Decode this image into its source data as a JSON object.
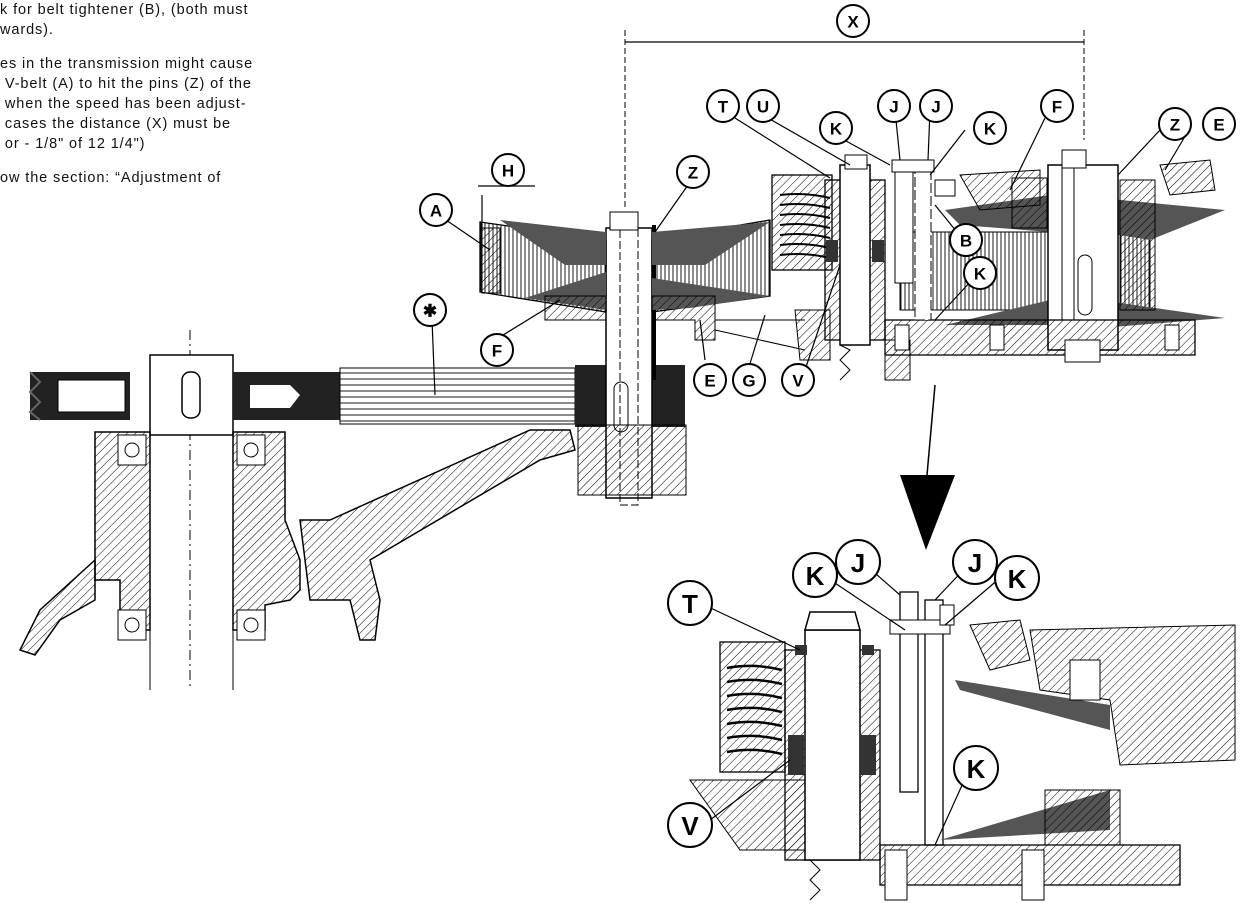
{
  "text": {
    "line1": "k for belt tightener (B), (both must",
    "line2": "wards).",
    "line3": "es in the transmission might cause",
    "line4": " V-belt (A) to hit the pins (Z) of the",
    "line5": " when the speed has been adjust-",
    "line6": " cases the distance (X) must be",
    "line7": " or - 1/8\" of 12 1/4\")",
    "line8": "ow the section: “Adjustment of"
  },
  "callouts": {
    "X": "X",
    "H": "H",
    "A": "A",
    "Z_left": "Z",
    "T_top": "T",
    "U": "U",
    "K_top1": "K",
    "J_top1": "J",
    "J_top2": "J",
    "K_top2": "K",
    "F_right": "F",
    "Z_right": "Z",
    "E_right": "E",
    "B": "B",
    "K_mid": "K",
    "star": "✱",
    "F_left": "F",
    "E_left": "E",
    "G": "G",
    "V_top": "V",
    "T_detail": "T",
    "K_detail1": "K",
    "J_detail1": "J",
    "J_detail2": "J",
    "K_detail2": "K",
    "K_detail3": "K",
    "V_detail": "V"
  }
}
